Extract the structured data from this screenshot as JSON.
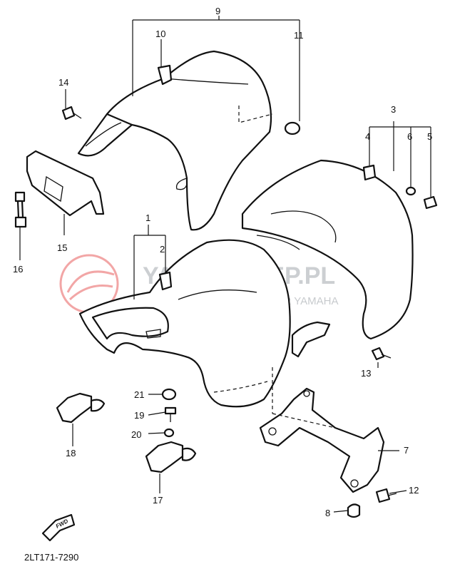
{
  "diagram_code": "2LT171-7290",
  "watermark": {
    "title": "YAMA-SKLEP.PL",
    "subtitle": "WOJCIECHOWICZ - DEALER YAMAHA"
  },
  "fwd_label": "FWD",
  "callouts": {
    "c1": "1",
    "c2": "2",
    "c3": "3",
    "c4": "4",
    "c5": "5",
    "c6": "6",
    "c7": "7",
    "c8": "8",
    "c9": "9",
    "c10": "10",
    "c11": "11",
    "c12": "12",
    "c13": "13",
    "c14": "14",
    "c15": "15",
    "c16": "16",
    "c17": "17",
    "c18": "18",
    "c19": "19",
    "c20": "20",
    "c21": "21"
  }
}
